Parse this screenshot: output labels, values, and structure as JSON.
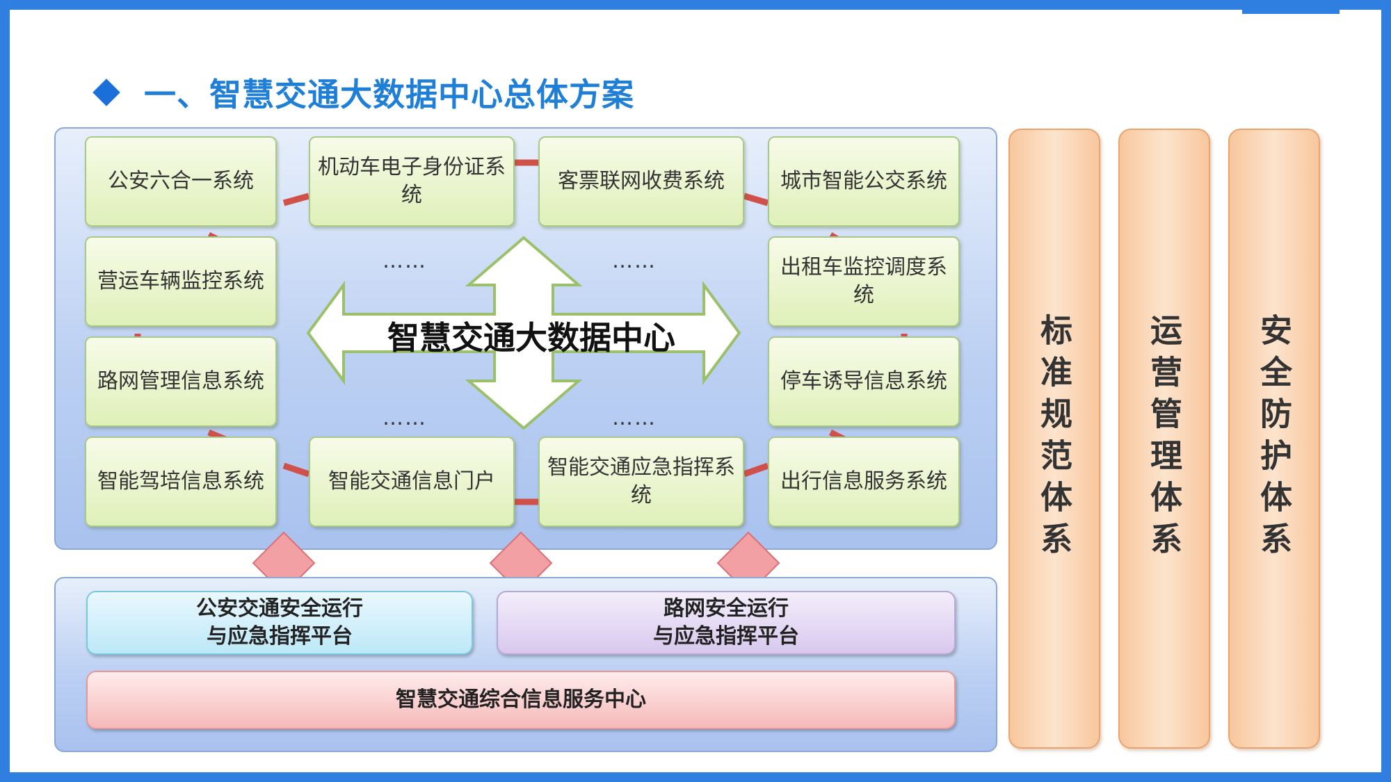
{
  "title": "一、智慧交通大数据中心总体方案",
  "center": "智慧交通大数据中心",
  "systems": {
    "r1c1": "公安六合一系统",
    "r1c2": "机动车电子身份证系统",
    "r1c3": "客票联网收费系统",
    "r1c4": "城市智能公交系统",
    "r2c1": "营运车辆监控系统",
    "r2c4": "出租车监控调度系统",
    "r3c1": "路网管理信息系统",
    "r3c4": "停车诱导信息系统",
    "r4c1": "智能驾培信息系统",
    "r4c2": "智能交通信息门户",
    "r4c3": "智能交通应急指挥系统",
    "r4c4": "出行信息服务系统"
  },
  "ellipsis": "……",
  "platforms": {
    "police_line1": "公安交通安全运行",
    "police_line2": "与应急指挥平台",
    "road_line1": "路网安全运行",
    "road_line2": "与应急指挥平台",
    "service": "智慧交通综合信息服务中心"
  },
  "pillars": {
    "standards": "标准规范体系",
    "operations": "运营管理体系",
    "security": "安全防护体系"
  },
  "colors": {
    "title": "#1f7fd6",
    "connector": "#d0504a",
    "diamond": "#f2a0a3",
    "pillar": "#f8c79e"
  }
}
